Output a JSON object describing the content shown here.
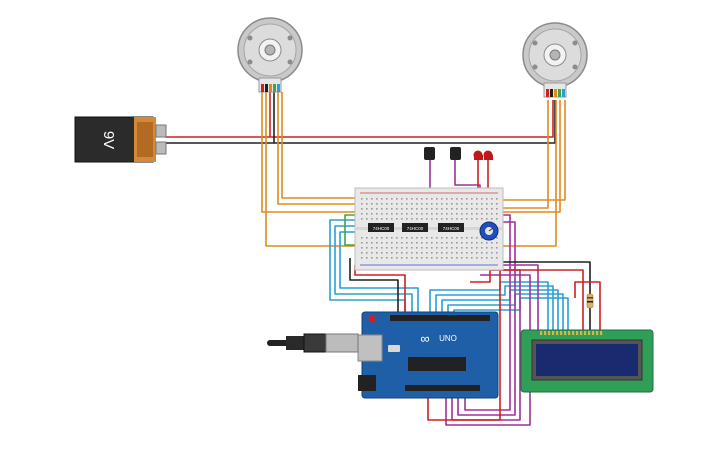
{
  "battery": {
    "label": "9V"
  },
  "arduino": {
    "model": "UNO",
    "brand_mark": "∞"
  },
  "drivers": [
    {
      "label": "74HC00"
    },
    {
      "label": "74HC00"
    },
    {
      "label": "74HC00"
    }
  ],
  "colors": {
    "wire_red": "#d02020",
    "wire_black": "#202020",
    "wire_orange": "#e08a1e",
    "wire_blue": "#2a9fd6",
    "wire_green": "#3aa845",
    "wire_purple": "#a0309a",
    "arduino_blue": "#1f5fa8",
    "lcd_green": "#2f9e57",
    "lcd_screen": "#1a2a6e"
  },
  "components": {
    "motor_left": "dc-motor",
    "motor_right": "dc-motor",
    "battery": "9v-battery",
    "breadboard": "breadboard",
    "potentiometer": "potentiometer",
    "sensors": "ir-sensors",
    "leds": "red-leds",
    "arduino": "arduino-uno",
    "usb": "usb-cable",
    "lcd": "lcd-16x2",
    "resistor": "resistor"
  }
}
